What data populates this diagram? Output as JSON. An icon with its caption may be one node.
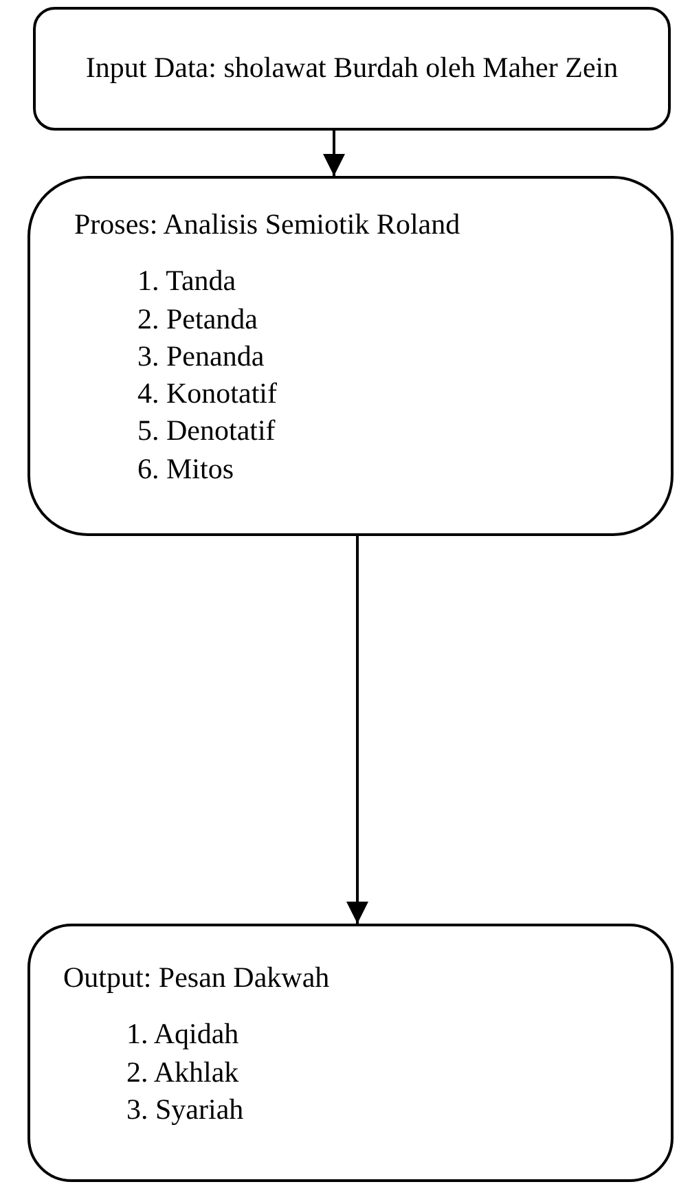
{
  "diagram": {
    "nodes": [
      {
        "text": [
          "Input Data: sholawat Burdah oleh Maher Zein"
        ]
      },
      {
        "text": [
          "Proses: Analisis Semiotik Roland",
          "1. Tanda",
          "2. Petanda",
          "3. Penanda",
          "4. Konotatif",
          "5. Denotatif",
          "6. Mitos"
        ]
      },
      {
        "text": [
          "Output: Pesan Dakwah",
          "1. Aqidah",
          "2. Akhlak",
          "3. Syariah"
        ]
      }
    ],
    "edges": [
      {
        "from": 0,
        "to": 1,
        "arrow": "to"
      },
      {
        "from": 1,
        "to": 2,
        "arrow": "to"
      }
    ]
  }
}
